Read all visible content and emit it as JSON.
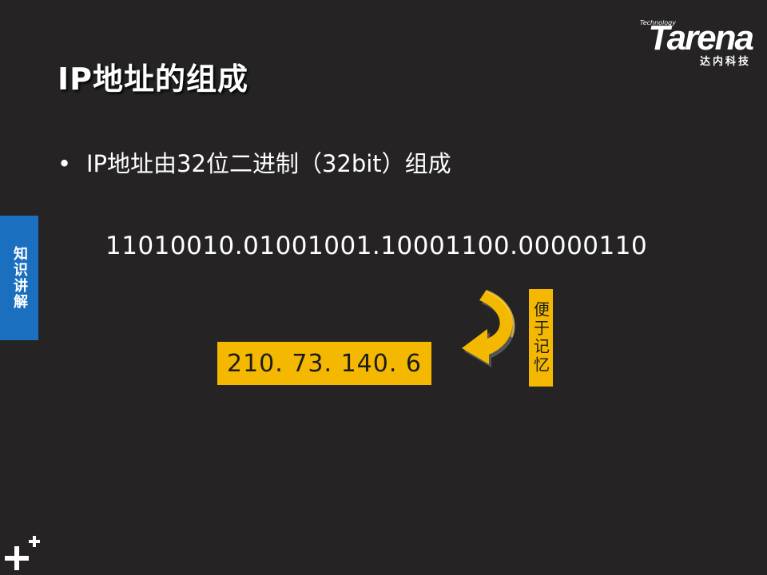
{
  "slide": {
    "title": "IP地址的组成",
    "bullet_symbol": "•",
    "bullet_text": "IP地址由32位二进制（32bit）组成",
    "binary_address": "11010010.01001001.10001100.00000110",
    "dotted_address": "210. 73. 140. 6",
    "memo_label": "便于记忆"
  },
  "side_tab": {
    "label": "知识讲解"
  },
  "logo": {
    "small_text": "Technology",
    "brand": "Tarena",
    "chinese": "达内科技"
  },
  "colors": {
    "background": "#252323",
    "highlight": "#f5b800",
    "side_tab": "#1a6fbf"
  },
  "icons": {
    "arrow": "curved-arrow-icon",
    "corner": "plus-icon"
  }
}
